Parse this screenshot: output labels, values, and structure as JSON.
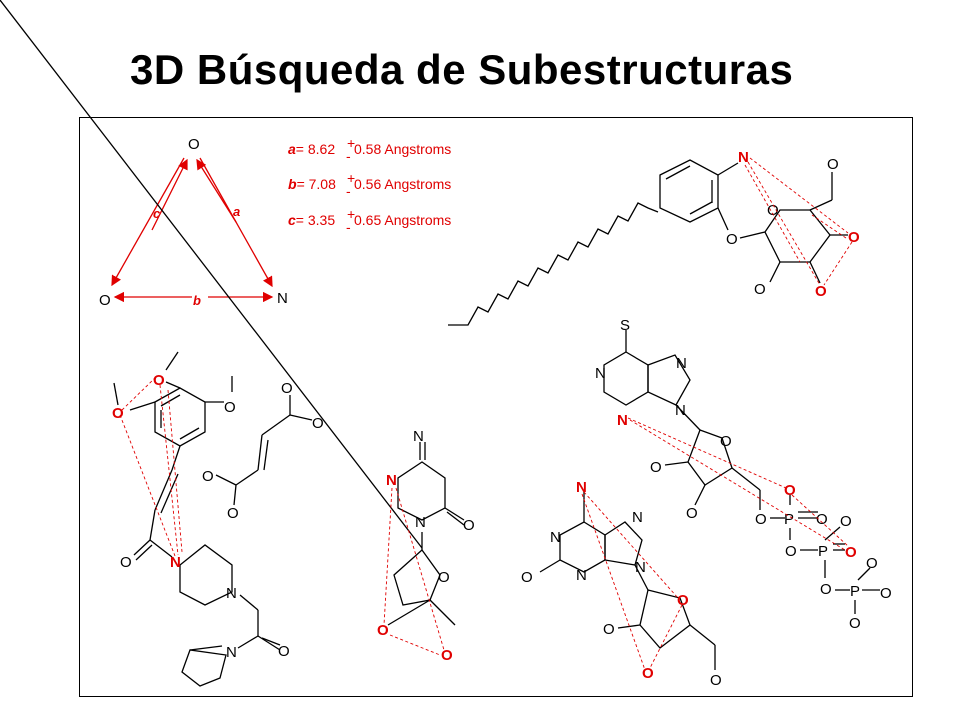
{
  "title": "3D Búsqueda de Subestructuras",
  "query": {
    "atoms": {
      "top": "O",
      "left": "O",
      "right": "N"
    },
    "edges": {
      "a": "a",
      "b": "b",
      "c": "c"
    },
    "distances": [
      {
        "var": "a",
        "eq": "= 8.62",
        "pm": "+",
        "minus": "-",
        "rest": " 0.58 Angstroms"
      },
      {
        "var": "b",
        "eq": "= 7.08",
        "pm": "+",
        "minus": "-",
        "rest": " 0.56 Angstroms"
      },
      {
        "var": "c",
        "eq": "= 3.35",
        "pm": "+",
        "minus": "-",
        "rest": " 0.65 Angstroms"
      }
    ]
  },
  "atom_labels": {
    "O": "O",
    "N": "N",
    "S": "S",
    "P": "P"
  },
  "colors": {
    "match": "#e00000",
    "bond": "#000000"
  }
}
